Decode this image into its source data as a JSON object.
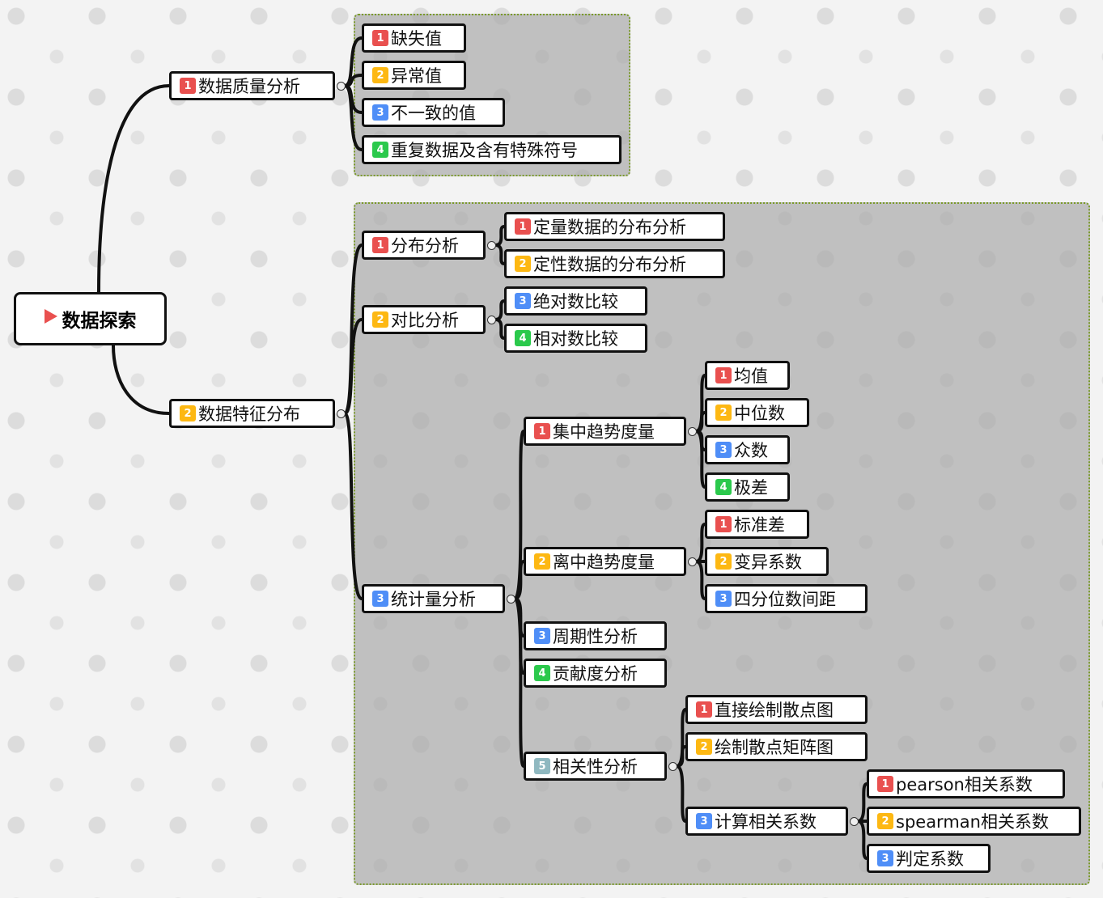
{
  "colors": {
    "p1": "#e9504f",
    "p2": "#fdb813",
    "p3": "#4f8ef7",
    "p4": "#2bc94c",
    "p5": "#8fb8c0"
  },
  "root": {
    "label": "数据探索",
    "icon": "flag-icon"
  },
  "quality": {
    "badge": "1",
    "label": "数据质量分析",
    "children": [
      {
        "badge": "1",
        "label": "缺失值"
      },
      {
        "badge": "2",
        "label": "异常值"
      },
      {
        "badge": "3",
        "label": "不一致的值"
      },
      {
        "badge": "4",
        "label": "重复数据及含有特殊符号"
      }
    ]
  },
  "feature": {
    "badge": "2",
    "label": "数据特征分布",
    "distribution": {
      "badge": "1",
      "label": "分布分析",
      "children": [
        {
          "badge": "1",
          "label": "定量数据的分布分析"
        },
        {
          "badge": "2",
          "label": "定性数据的分布分析"
        }
      ]
    },
    "comparison": {
      "badge": "2",
      "label": "对比分析",
      "children": [
        {
          "badge": "3",
          "label": "绝对数比较"
        },
        {
          "badge": "4",
          "label": "相对数比较"
        }
      ]
    },
    "statistics": {
      "badge": "3",
      "label": "统计量分析",
      "central": {
        "badge": "1",
        "label": "集中趋势度量",
        "children": [
          {
            "badge": "1",
            "label": "均值"
          },
          {
            "badge": "2",
            "label": "中位数"
          },
          {
            "badge": "3",
            "label": "众数"
          },
          {
            "badge": "4",
            "label": "极差"
          }
        ]
      },
      "dispersion": {
        "badge": "2",
        "label": "离中趋势度量",
        "children": [
          {
            "badge": "1",
            "label": "标准差"
          },
          {
            "badge": "2",
            "label": "变异系数"
          },
          {
            "badge": "3",
            "label": "四分位数间距"
          }
        ]
      },
      "periodic": {
        "badge": "3",
        "label": "周期性分析"
      },
      "contribution": {
        "badge": "4",
        "label": "贡献度分析"
      },
      "correlation": {
        "badge": "5",
        "label": "相关性分析",
        "children": [
          {
            "badge": "1",
            "label": "直接绘制散点图"
          },
          {
            "badge": "2",
            "label": "绘制散点矩阵图"
          }
        ],
        "coef": {
          "badge": "3",
          "label": "计算相关系数",
          "children": [
            {
              "badge": "1",
              "label": "pearson相关系数"
            },
            {
              "badge": "2",
              "label": "spearman相关系数"
            },
            {
              "badge": "3",
              "label": "判定系数"
            }
          ]
        }
      }
    }
  }
}
